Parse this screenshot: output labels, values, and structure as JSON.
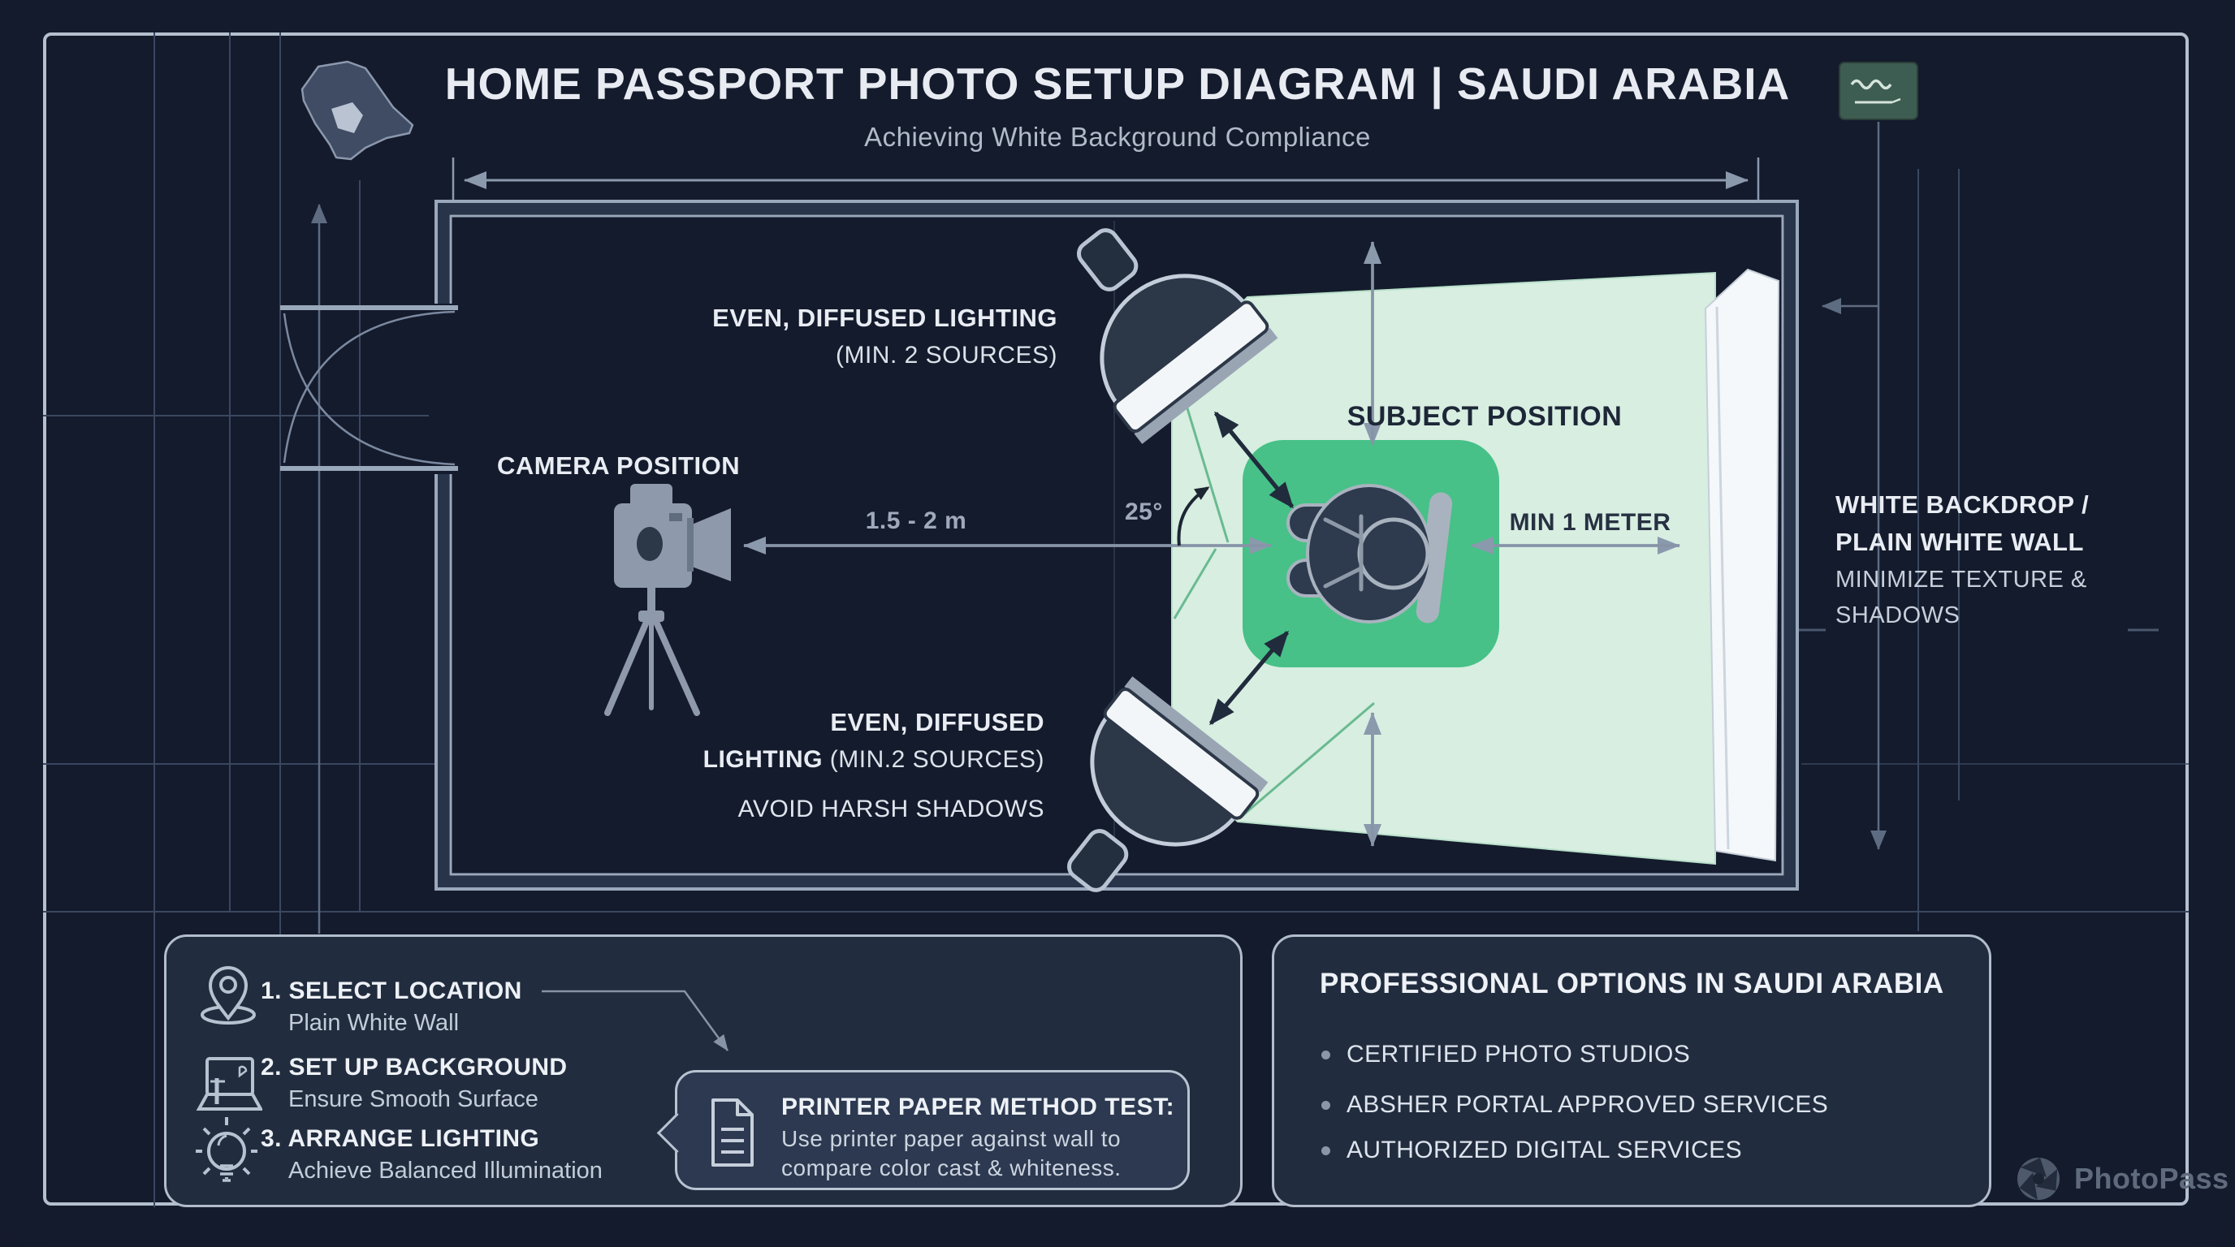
{
  "colors": {
    "background": "#141b2c",
    "panel": "#212c3e",
    "blueprint_line": "#93a2b6",
    "accent_green": "#47c187",
    "cone_green": "#d7eee1",
    "flag_green": "#3e5d52",
    "backdrop_white": "#f5f8fa",
    "text_primary": "#e9edf3",
    "text_muted": "#9fa9bb",
    "text_dark": "#1d2737"
  },
  "header": {
    "title": "HOME PASSPORT PHOTO SETUP DIAGRAM | SAUDI ARABIA",
    "subtitle": "Achieving White Background Compliance"
  },
  "diagram": {
    "camera_label": "CAMERA POSITION",
    "top_light_label_line1": "EVEN, DIFFUSED LIGHTING",
    "top_light_label_line2": "(MIN. 2 SOURCES)",
    "distance_label": "1.5 - 2 m",
    "angle_label": "25°",
    "subject_label": "SUBJECT POSITION",
    "min_distance_label": "MIN 1 METER",
    "backdrop_label_line1": "WHITE BACKDROP /",
    "backdrop_label_line2": "PLAIN WHITE WALL",
    "backdrop_note_line1": "MINIMIZE TEXTURE &",
    "backdrop_note_line2": "SHADOWS",
    "bottom_light_label_line1": "EVEN, DIFFUSED",
    "bottom_light_label_line2_bold": "LIGHTING",
    "bottom_light_label_line2_rest": " (MIN.2 SOURCES)",
    "avoid_label": "AVOID HARSH SHADOWS"
  },
  "steps_panel": {
    "steps": [
      {
        "title": "1. SELECT LOCATION",
        "subtitle": "Plain White Wall",
        "icon": "location-pin-icon"
      },
      {
        "title": "2. SET UP BACKGROUND",
        "subtitle": "Ensure Smooth Surface",
        "icon": "backdrop-board-icon"
      },
      {
        "title": "3. ARRANGE LIGHTING",
        "subtitle": "Achieve Balanced Illumination",
        "icon": "lightbulb-icon"
      }
    ],
    "callout": {
      "title": "PRINTER PAPER METHOD TEST:",
      "body_line1": "Use printer paper against wall to",
      "body_line2": "compare color cast & whiteness.",
      "icon": "document-icon"
    }
  },
  "options_panel": {
    "title": "PROFESSIONAL OPTIONS IN SAUDI ARABIA",
    "items": [
      "CERTIFIED PHOTO STUDIOS",
      "ABSHER PORTAL APPROVED SERVICES",
      "AUTHORIZED DIGITAL SERVICES"
    ]
  },
  "footer": {
    "brand": "PhotoPass",
    "brand_icon": "aperture-icon"
  }
}
